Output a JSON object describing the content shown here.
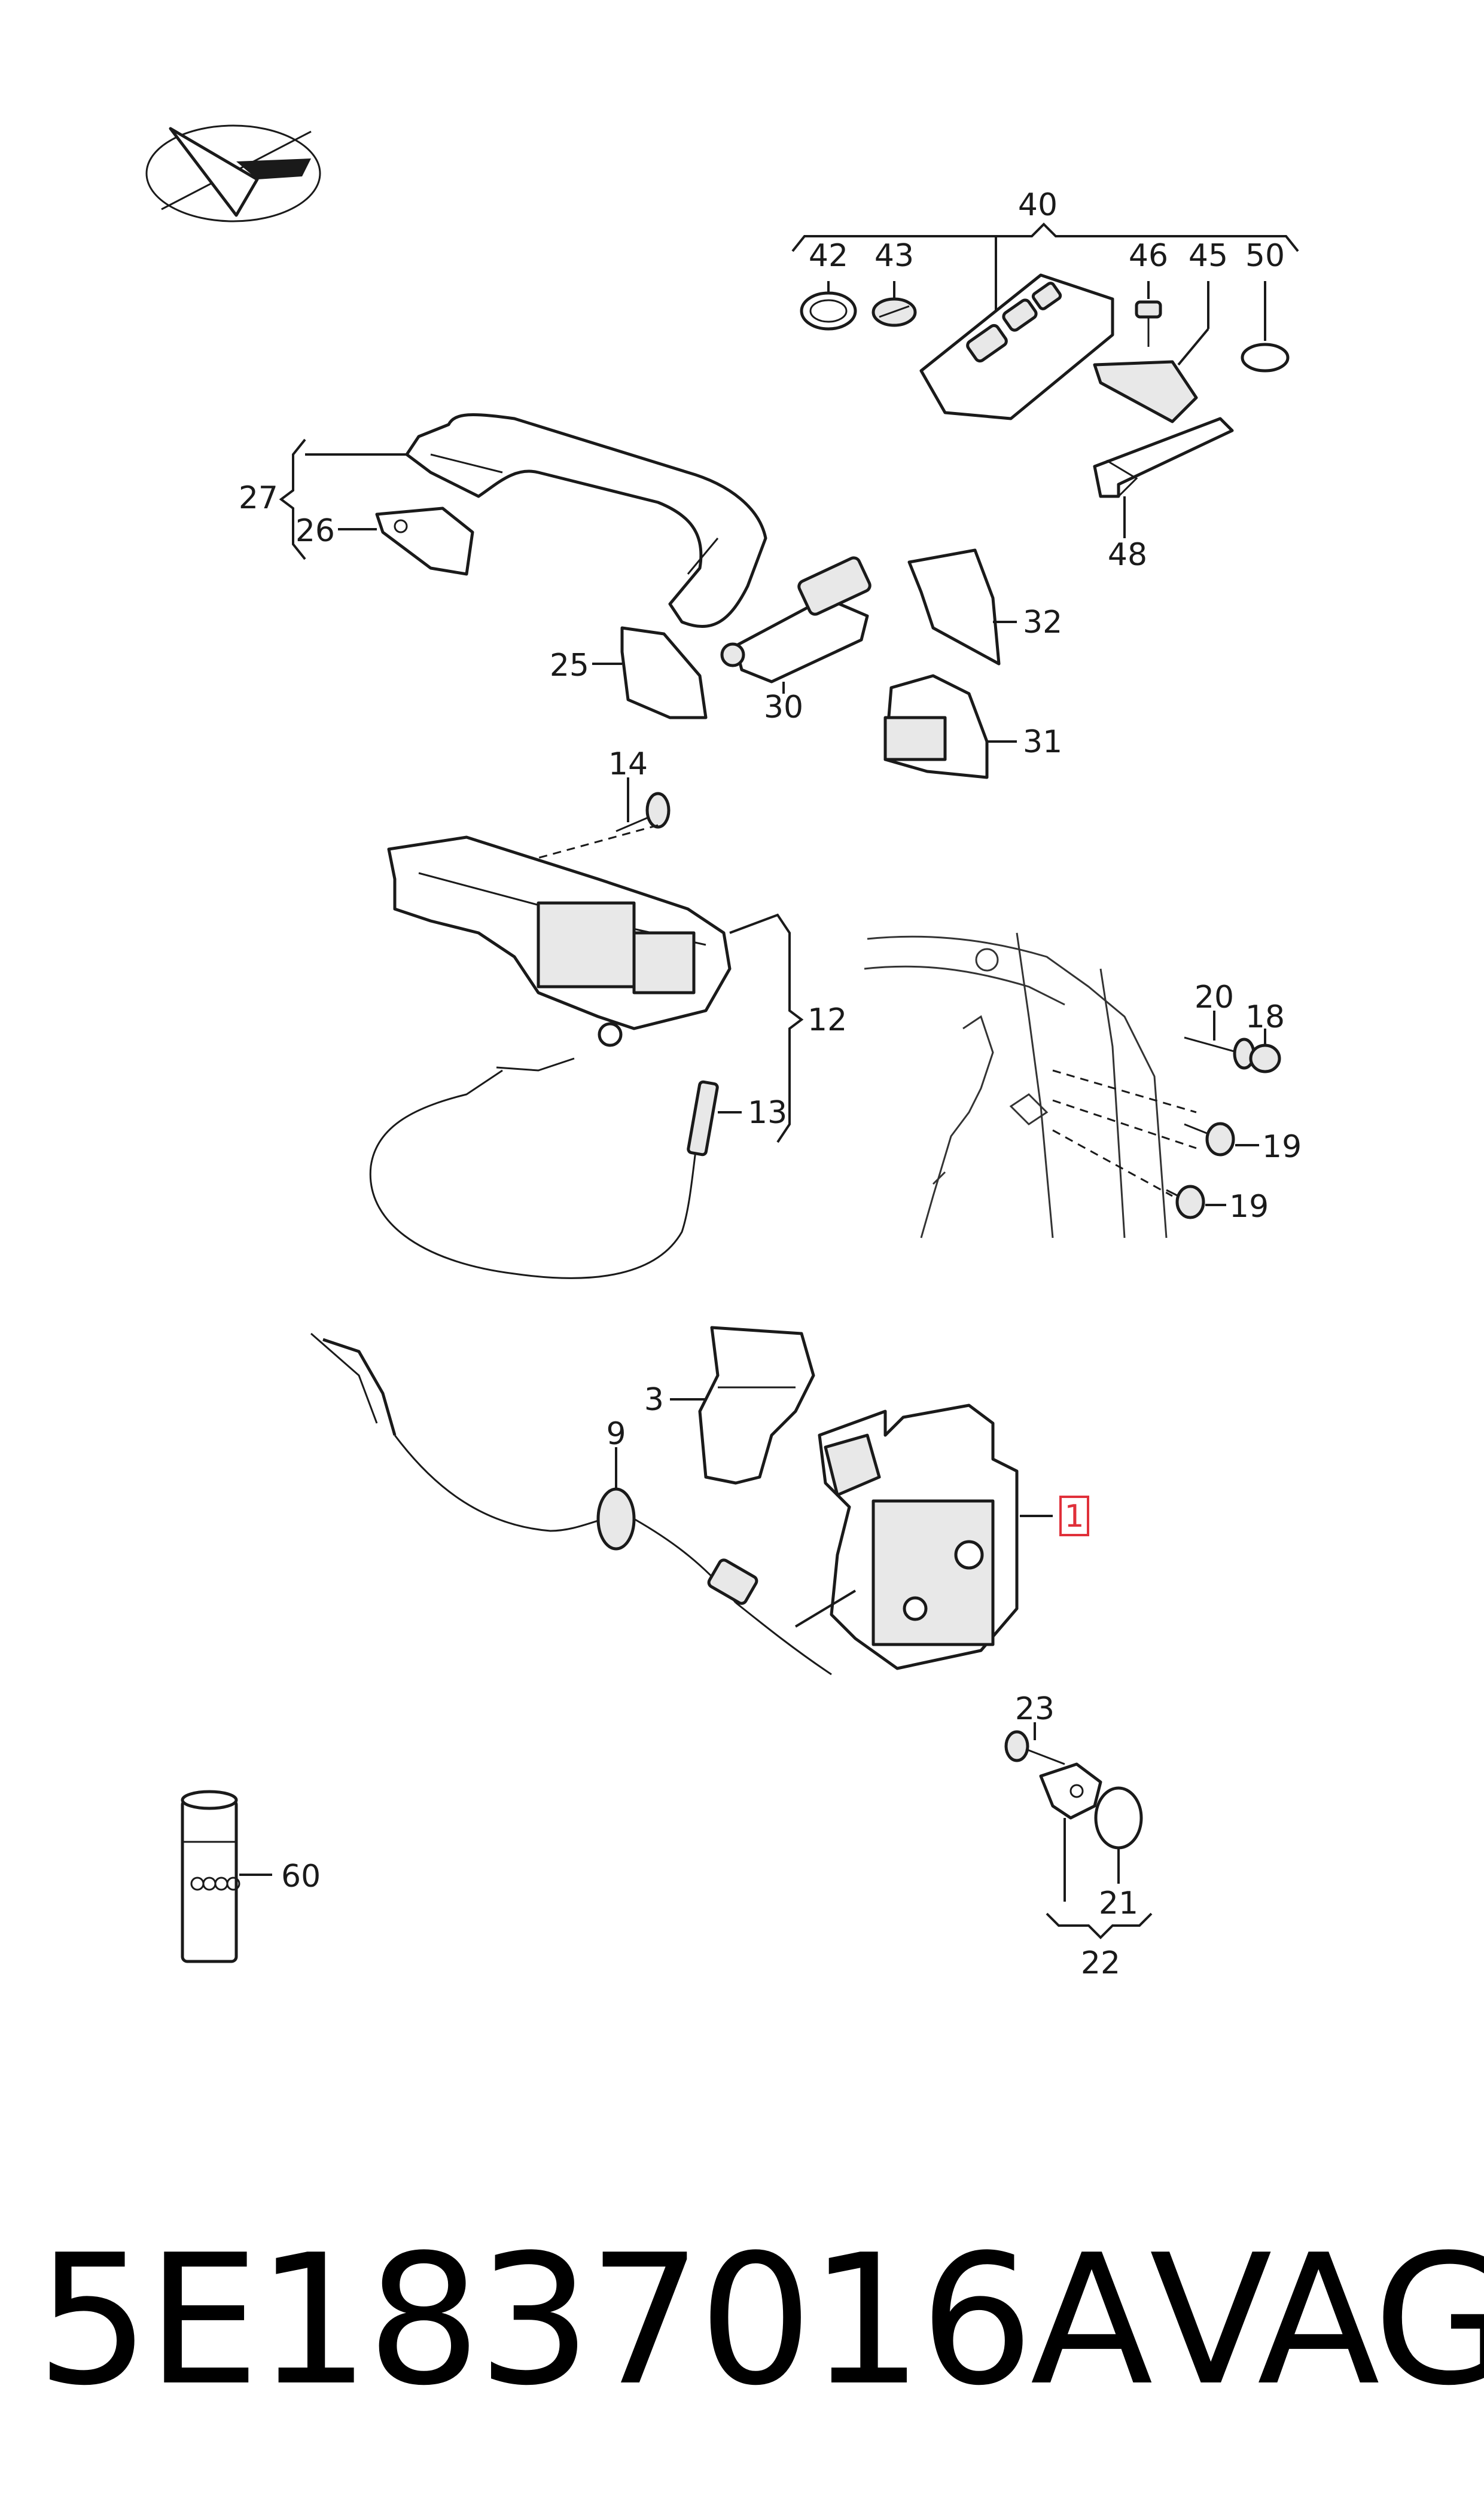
{
  "callouts": {
    "c1": "1",
    "c3": "3",
    "c9": "9",
    "c12": "12",
    "c13": "13",
    "c14": "14",
    "c18": "18",
    "c19a": "19",
    "c19b": "19",
    "c20": "20",
    "c21": "21",
    "c22": "22",
    "c23": "23",
    "c25": "25",
    "c26": "26",
    "c27": "27",
    "c30": "30",
    "c31": "31",
    "c32": "32",
    "c40": "40",
    "c42": "42",
    "c43": "43",
    "c45": "45",
    "c46": "46",
    "c48": "48",
    "c50": "50",
    "c60": "60"
  },
  "footer": {
    "part_number": "5E1837016A",
    "brand": "VAG"
  },
  "highlight_color": "#e0303a",
  "icons": {
    "logo": "direction-arrow-logo-icon"
  }
}
